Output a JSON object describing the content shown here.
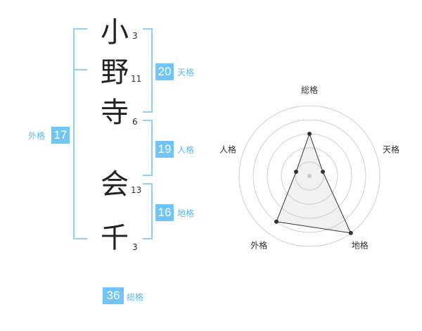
{
  "name": {
    "chars": [
      {
        "char": "小",
        "strokes": "3"
      },
      {
        "char": "野",
        "strokes": "11"
      },
      {
        "char": "寺",
        "strokes": "6"
      },
      {
        "char": "会",
        "strokes": "13"
      },
      {
        "char": "千",
        "strokes": "3"
      }
    ]
  },
  "kakusu": {
    "tenkaku": {
      "value": "20",
      "label": "天格"
    },
    "jinkaku": {
      "value": "19",
      "label": "人格"
    },
    "chikaku": {
      "value": "16",
      "label": "地格"
    },
    "gaikaku": {
      "value": "17",
      "label": "外格"
    },
    "soukaku": {
      "value": "36",
      "label": "総格"
    }
  },
  "colors": {
    "accent": "#6fc5f5",
    "bracket": "#8fd0f7",
    "text": "#222222"
  },
  "chart_data": {
    "type": "radar",
    "axes": [
      "総格",
      "天格",
      "地格",
      "外格",
      "人格"
    ],
    "values": [
      3,
      1,
      5,
      4,
      1
    ],
    "range": [
      0,
      5
    ],
    "rings": 5
  }
}
